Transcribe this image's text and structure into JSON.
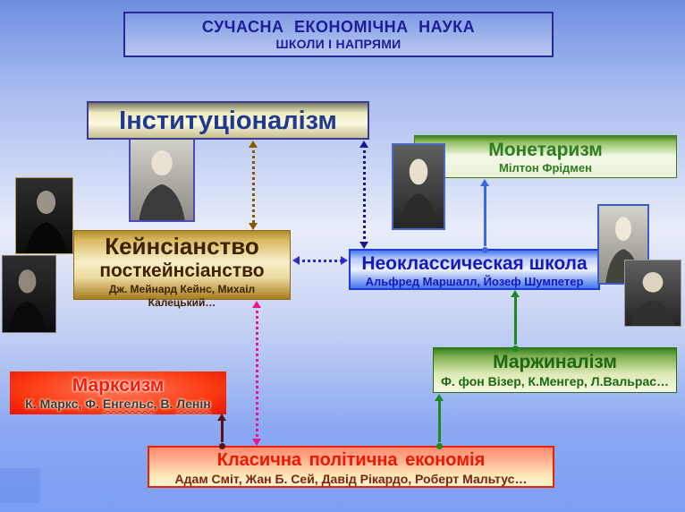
{
  "header": {
    "title": "СУЧАСНА ЕКОНОМІЧНА НАУКА",
    "subtitle": "ШКОЛИ І НАПРЯМИ"
  },
  "boxes": {
    "institutionalism": {
      "title": "Інституціоналізм"
    },
    "monetarism": {
      "title": "Монетаризм",
      "names": "Мілтон Фрідмен"
    },
    "keynesianism": {
      "title": "Кейнсіанство",
      "subtitle": "посткейнсіанство",
      "names": "Дж. Мейнард Кейнс, Михаіл Калецький…"
    },
    "neoclassical": {
      "title": "Неоклассическая школа",
      "names": "Альфред Маршалл, Йозеф Шумпетер"
    },
    "marginalism": {
      "title": "Маржиналізм",
      "names": "Ф. фон Візер, К.Менгер, Л.Вальрас…"
    },
    "marxism": {
      "title": "Марксизм",
      "names_prefix": "К. Маркс, Ф. ",
      "name_underlined_1": "Енгельс",
      "names_mid": ", В. ",
      "name_underlined_2": "Ленін"
    },
    "classical": {
      "title": "Класична політична економія",
      "names": "Адам Сміт, Жан Б. Сей, Давід Рікардо, Роберт Мальтус…"
    }
  },
  "colors": {
    "background_blue": "#6c8edf",
    "header_text": "#1d1d9c",
    "institutionalism_text": "#203a8e",
    "monetarism_green": "#2e7d1e",
    "keynesianism_brown": "#3d2300",
    "neoclassical_blue": "#1717bf",
    "marginalism_green": "#1d6812",
    "marxism_red": "#ff1500",
    "classical_red": "#f21500",
    "arrow_solid_blue": "#3a6ae0",
    "arrow_solid_green": "#1e8a1e",
    "arrow_solid_maroon": "#5c0f0f",
    "arrow_dotted_brown": "#8a5600",
    "arrow_dotted_navy": "#16169a",
    "arrow_dotted_blue": "#2a2ad0",
    "arrow_dotted_magenta": "#ee1190"
  }
}
